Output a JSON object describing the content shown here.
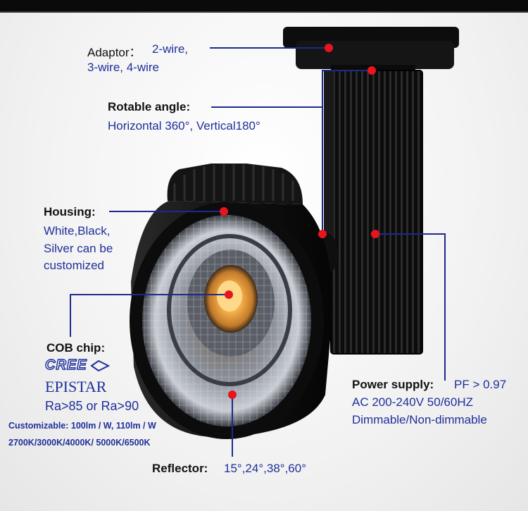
{
  "adaptor": {
    "label": "Adaptor：",
    "line1": "2-wire,",
    "line2": "3-wire, 4-wire"
  },
  "rotable": {
    "label": "Rotable angle:",
    "value": "Horizontal 360°, Vertical180°"
  },
  "housing": {
    "label": "Housing:",
    "lines": [
      "White,Black,",
      "Silver can be",
      "customized"
    ]
  },
  "cob": {
    "label": "COB chip:",
    "brand1": "CREE",
    "brand2": "EPISTAR",
    "ra": "Ra>85 or Ra>90",
    "custom1": "Customizable: 100lm / W, 110lm / W",
    "custom2": "2700K/3000K/4000K/ 5000K/6500K"
  },
  "power": {
    "label": "Power  supply:",
    "pf": "PF > 0.97",
    "line2": "AC 200-240V 50/60HZ",
    "line3": "Dimmable/Non-dimmable"
  },
  "reflector": {
    "label": "Reflector:",
    "value": "15°,24°,38°,60°"
  },
  "colors": {
    "label": "#111111",
    "value": "#1f2f9a",
    "dot": "#e8141e",
    "line": "#1c2a8c"
  }
}
